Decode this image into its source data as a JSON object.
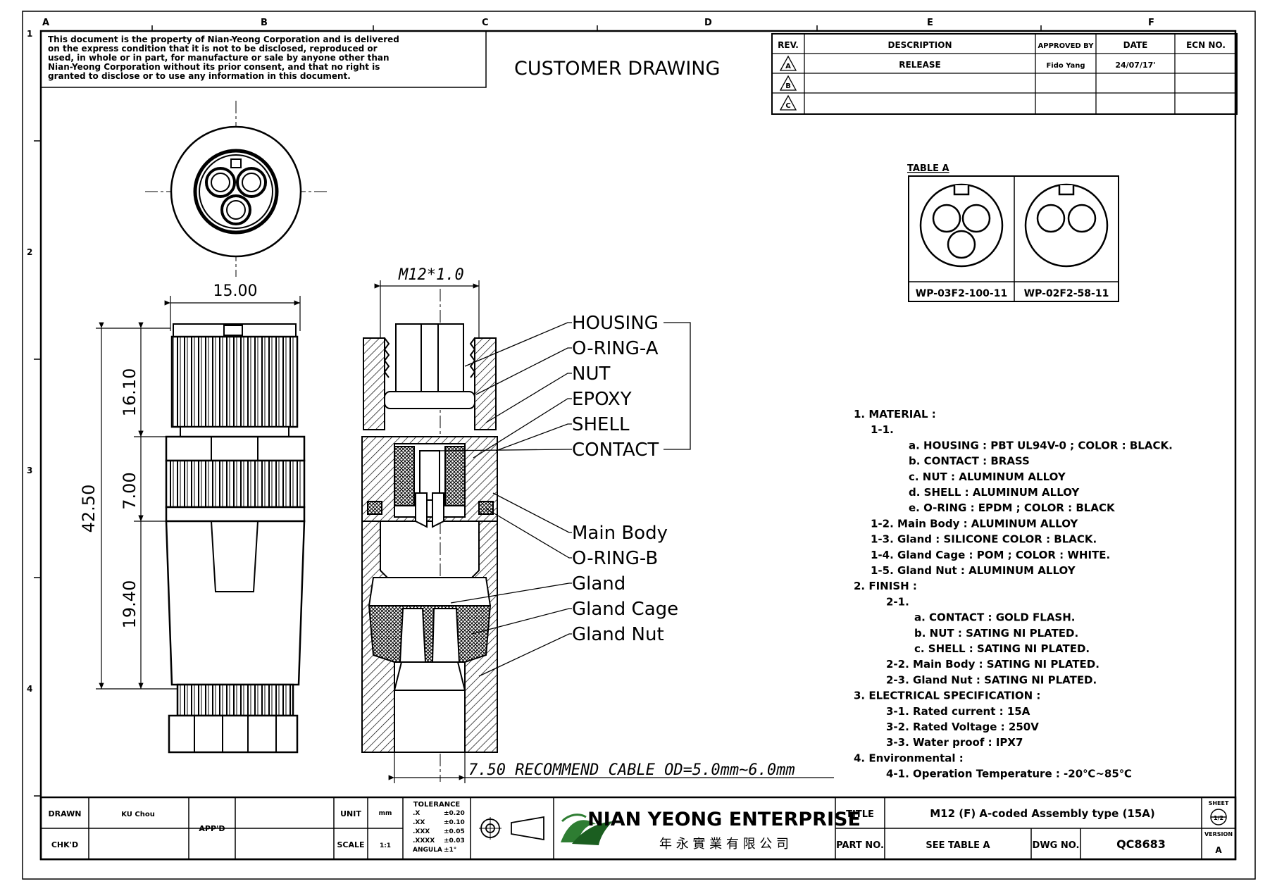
{
  "zones": {
    "columns": [
      "A",
      "B",
      "C",
      "D",
      "E",
      "F"
    ],
    "rows": [
      "1",
      "2",
      "3",
      "4"
    ]
  },
  "notice": [
    "This document is the property of Nian-Yeong Corporation and is delivered",
    "on   the   express condition that it is not to be disclosed, reproduced or",
    "used, in whole or in part, for manufacture or sale by anyone other than",
    "Nian-Yeong Corporation without   its prior consent, and that   no right   is",
    "granted  to  disclose  or  to use  any  information  in  this   document."
  ],
  "drawing_title": "CUSTOMER  DRAWING",
  "revision_table": {
    "headers": [
      "REV.",
      "DESCRIPTION",
      "APPROVED BY",
      "DATE",
      "ECN NO."
    ],
    "rows": [
      {
        "rev": "A",
        "description": "RELEASE",
        "approved_by": "Fido Yang",
        "date": "24/07/17'",
        "ecn": ""
      },
      {
        "rev": "B",
        "description": "",
        "approved_by": "",
        "date": "",
        "ecn": ""
      },
      {
        "rev": "C",
        "description": "",
        "approved_by": "",
        "date": "",
        "ecn": ""
      }
    ]
  },
  "table_a": {
    "title": "TABLE  A",
    "items": [
      {
        "part": "WP-03F2-100-11",
        "pins": 3
      },
      {
        "part": "WP-02F2-58-11",
        "pins": 2
      }
    ]
  },
  "dimensions": {
    "width": "15.00",
    "overall_length": "42.50",
    "nut_length": "16.10",
    "mid_length": "7.00",
    "body_length": "19.40",
    "thread": "M12*1.0",
    "cable": "7.50  RECOMMEND  CABLE  OD=5.0mm~6.0mm"
  },
  "callouts": [
    "HOUSING",
    "O-RING-A",
    "NUT",
    "EPOXY",
    "SHELL",
    "CONTACT",
    "Main  Body",
    "O-RING-B",
    "Gland",
    "Gland  Cage",
    "Gland  Nut"
  ],
  "notes": [
    {
      "indent": 0,
      "text": "1.  MATERIAL  :"
    },
    {
      "indent": 1,
      "text": "1-1."
    },
    {
      "indent": 3,
      "text": "a.  HOUSING  :  PBT  UL94V-0  ;  COLOR  :  BLACK."
    },
    {
      "indent": 3,
      "text": "b.  CONTACT  :  BRASS"
    },
    {
      "indent": 3,
      "text": "c.  NUT  :  ALUMINUM  ALLOY"
    },
    {
      "indent": 3,
      "text": "d.  SHELL  :  ALUMINUM  ALLOY"
    },
    {
      "indent": 3,
      "text": "e.  O-RING  :  EPDM  ;  COLOR  :  BLACK"
    },
    {
      "indent": 1,
      "text": "1-2.  Main  Body  :  ALUMINUM  ALLOY"
    },
    {
      "indent": 1,
      "text": "1-3.  Gland  :  SILICONE  COLOR  :  BLACK."
    },
    {
      "indent": 1,
      "text": "1-4.  Gland  Cage  :  POM  ;  COLOR  :  WHITE."
    },
    {
      "indent": 1,
      "text": "1-5.  Gland  Nut  :  ALUMINUM  ALLOY"
    },
    {
      "indent": 0,
      "text": "2.  FINISH  :"
    },
    {
      "indent": 2,
      "text": "2-1."
    },
    {
      "indent": 4,
      "text": "a.  CONTACT  :  GOLD  FLASH."
    },
    {
      "indent": 4,
      "text": "b.  NUT  :  SATING  NI  PLATED."
    },
    {
      "indent": 4,
      "text": "c.  SHELL  :  SATING  NI  PLATED."
    },
    {
      "indent": 2,
      "text": "2-2.  Main  Body  :  SATING  NI  PLATED."
    },
    {
      "indent": 2,
      "text": "2-3.  Gland  Nut  :  SATING  NI  PLATED."
    },
    {
      "indent": 0,
      "text": "3.  ELECTRICAL  SPECIFICATION  :"
    },
    {
      "indent": 2,
      "text": "3-1.  Rated  current  :  15A"
    },
    {
      "indent": 2,
      "text": "3-2.  Rated  Voltage  :  250V"
    },
    {
      "indent": 2,
      "text": "3-3.  Water  proof  :  IPX7"
    },
    {
      "indent": 0,
      "text": "4.  Environmental  :"
    },
    {
      "indent": 2,
      "text": "4-1.  Operation  Temperature  :  -20℃~85℃"
    }
  ],
  "title_block": {
    "drawn_label": "DRAWN",
    "drawn_value": "KU Chou",
    "chkd_label": "CHK'D",
    "appd_label": "APP'D",
    "unit_label": "UNIT",
    "unit_value": "mm",
    "scale_label": "SCALE",
    "scale_value": "1:1",
    "tolerance_label": "TOLERANCE",
    "tolerances": [
      {
        "k": ".X",
        "v": "±0.20"
      },
      {
        "k": ".XX",
        "v": "±0.10"
      },
      {
        "k": ".XXX",
        "v": "±0.05"
      },
      {
        "k": ".XXXX",
        "v": "±0.03"
      },
      {
        "k": "ANGULA",
        "v": "±1°"
      }
    ],
    "company": "NIAN YEONG ENTERPRISE",
    "company_cn": "年 永 實 業 有 限 公 司",
    "title_label": "TITLE",
    "title_value": "M12  (F)  A-coded  Assembly  type  (15A)",
    "partno_label": "PART NO.",
    "partno_value": "SEE  TABLE  A",
    "dwgno_label": "DWG NO.",
    "dwgno_value": "QC8683",
    "sheet_label": "SHEET",
    "sheet_value": "1/2",
    "version_label": "VERSION",
    "version_value": "A"
  }
}
